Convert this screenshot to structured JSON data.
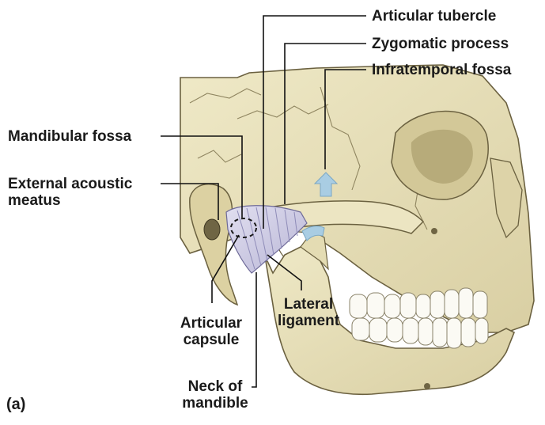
{
  "figure": {
    "panel_letter": "(a)",
    "colors": {
      "bone": "#e9e2bd",
      "bone_shadow": "#c9bf92",
      "bone_outline": "#6b6140",
      "teeth": "#fbfaf4",
      "ligament": "#cfcde6",
      "ligament_stripe": "#8f8cb8",
      "arrow": "#a9cde3",
      "leader": "#111111"
    },
    "labels": {
      "articular_tubercle": "Articular tubercle",
      "zygomatic_process": "Zygomatic process",
      "infratemporal_fossa": "Infratemporal fossa",
      "mandibular_fossa": "Mandibular fossa",
      "external_acoustic_meatus": [
        "External acoustic",
        "meatus"
      ],
      "articular_capsule": [
        "Articular",
        "capsule"
      ],
      "lateral_ligament": [
        "Lateral",
        "ligament"
      ],
      "neck_of_mandible": [
        "Neck of",
        "mandible"
      ]
    }
  }
}
